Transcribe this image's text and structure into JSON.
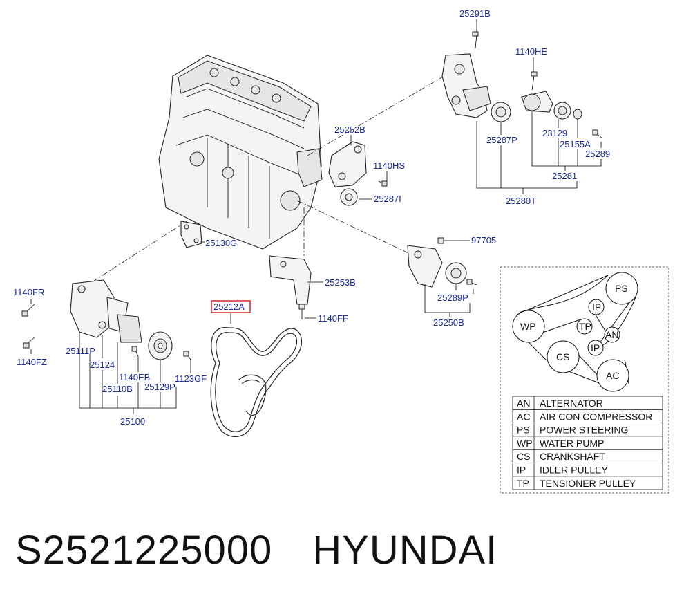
{
  "footer": {
    "part_number": "S2521225000",
    "brand": "HYUNDAI"
  },
  "labels": {
    "p25291B": "25291B",
    "p1140HE": "1140HE",
    "p25252B": "25252B",
    "p1140HS": "1140HS",
    "p25287I": "25287I",
    "p25287P": "25287P",
    "p23129": "23129",
    "p25155A": "25155A",
    "p25289": "25289",
    "p25281": "25281",
    "p25280T": "25280T",
    "p25130G": "25130G",
    "p97705": "97705",
    "p25253B": "25253B",
    "p25212A": "25212A",
    "p1140FF": "1140FF",
    "p25289P": "25289P",
    "p25250B": "25250B",
    "p1140FR": "1140FR",
    "p1140FZ": "1140FZ",
    "p25111P": "25111P",
    "p25124": "25124",
    "p1140EB": "1140EB",
    "p1123GF": "1123GF",
    "p25110B": "25110B",
    "p25129P": "25129P",
    "p25100": "25100"
  },
  "routing": {
    "PS": "PS",
    "IP1": "IP",
    "WP": "WP",
    "TP": "TP",
    "AN": "AN",
    "IP2": "IP",
    "CS": "CS",
    "AC": "AC"
  },
  "legend": [
    {
      "code": "AN",
      "name": "ALTERNATOR"
    },
    {
      "code": "AC",
      "name": "AIR CON COMPRESSOR"
    },
    {
      "code": "PS",
      "name": "POWER STEERING"
    },
    {
      "code": "WP",
      "name": "WATER PUMP"
    },
    {
      "code": "CS",
      "name": "CRANKSHAFT"
    },
    {
      "code": "IP",
      "name": "IDLER PULLEY"
    },
    {
      "code": "TP",
      "name": "TENSIONER PULLEY"
    }
  ],
  "colors": {
    "label_text": "#1a2a9c",
    "highlight_box": "#d9262c"
  }
}
